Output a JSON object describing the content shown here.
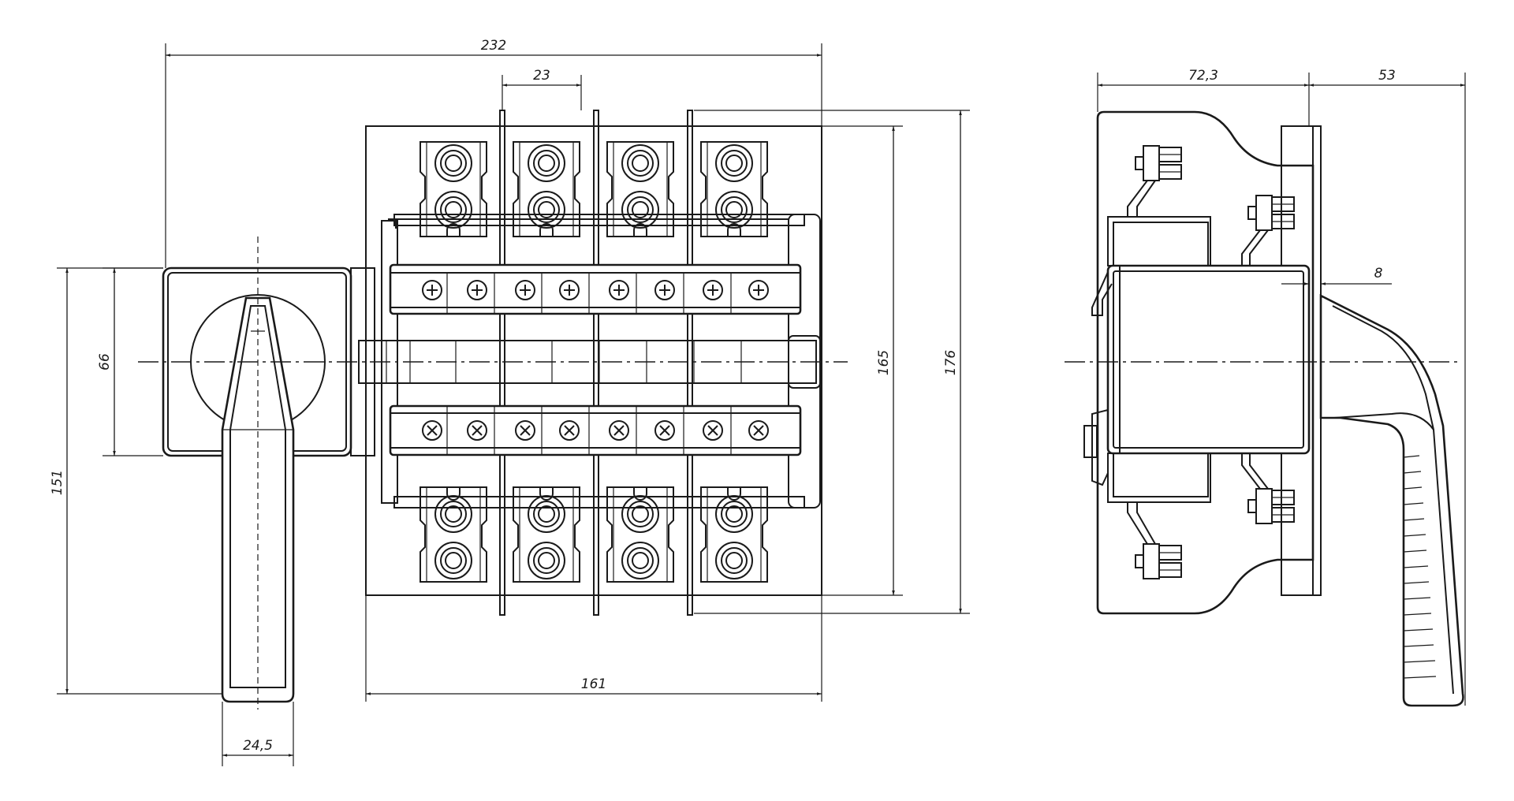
{
  "dimensions": {
    "overall_width": "232",
    "terminal_pitch": "23",
    "height_165": "165",
    "height_176": "176",
    "plate_width": "161",
    "handle_height": "151",
    "face_66": "66",
    "handle_width": "24,5",
    "side_depth": "72,3",
    "side_handle": "53",
    "side_gap": "8"
  }
}
